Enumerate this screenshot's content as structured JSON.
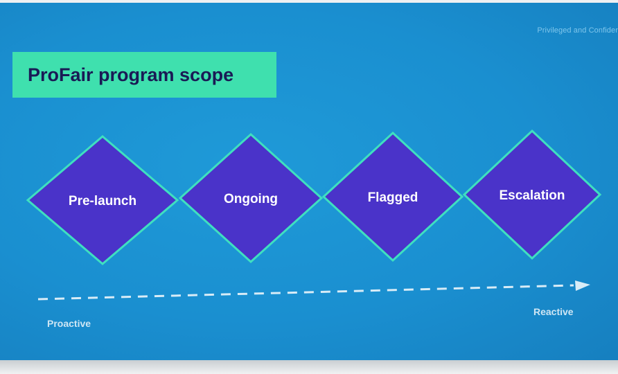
{
  "header": {
    "confidentiality": "Privileged and Confider"
  },
  "title": "ProFair program scope",
  "stages": [
    {
      "label": "Pre-launch"
    },
    {
      "label": "Ongoing"
    },
    {
      "label": "Flagged"
    },
    {
      "label": "Escalation"
    }
  ],
  "axis": {
    "start_label": "Proactive",
    "end_label": "Reactive"
  },
  "colors": {
    "slide_background": "#1a8fd0",
    "title_fill": "#3fe0ae",
    "title_text": "#1a1a55",
    "diamond_fill": "#4a33c9",
    "diamond_outline": "#3fe0c0",
    "arrow": "#d8ecf7"
  }
}
